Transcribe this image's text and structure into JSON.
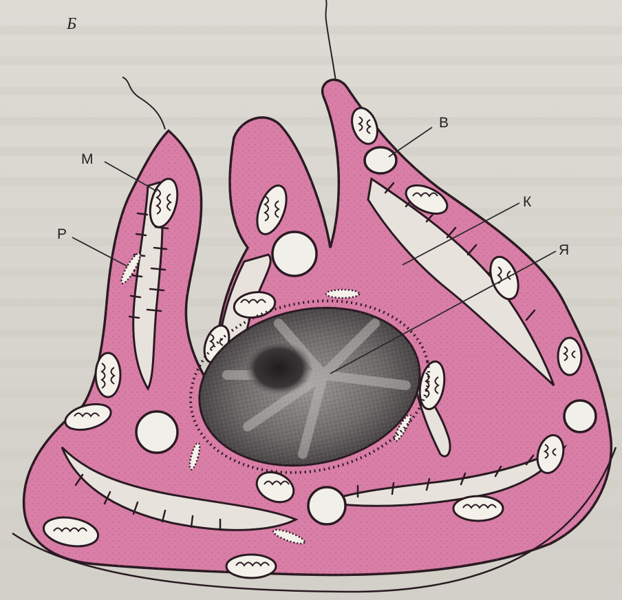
{
  "figure": {
    "panel_letter": "Б",
    "colors": {
      "cytoplasm": "#d97ea6",
      "outline": "#2a1a22",
      "nucleus": "#6e6a6a",
      "nucleolus": "#2d2a2c",
      "background": "#d8d6cf"
    }
  },
  "labels": [
    {
      "key": "M",
      "text": "М"
    },
    {
      "key": "R",
      "text": "Р"
    },
    {
      "key": "V",
      "text": "В"
    },
    {
      "key": "K",
      "text": "К"
    },
    {
      "key": "Ya",
      "text": "Я"
    }
  ]
}
